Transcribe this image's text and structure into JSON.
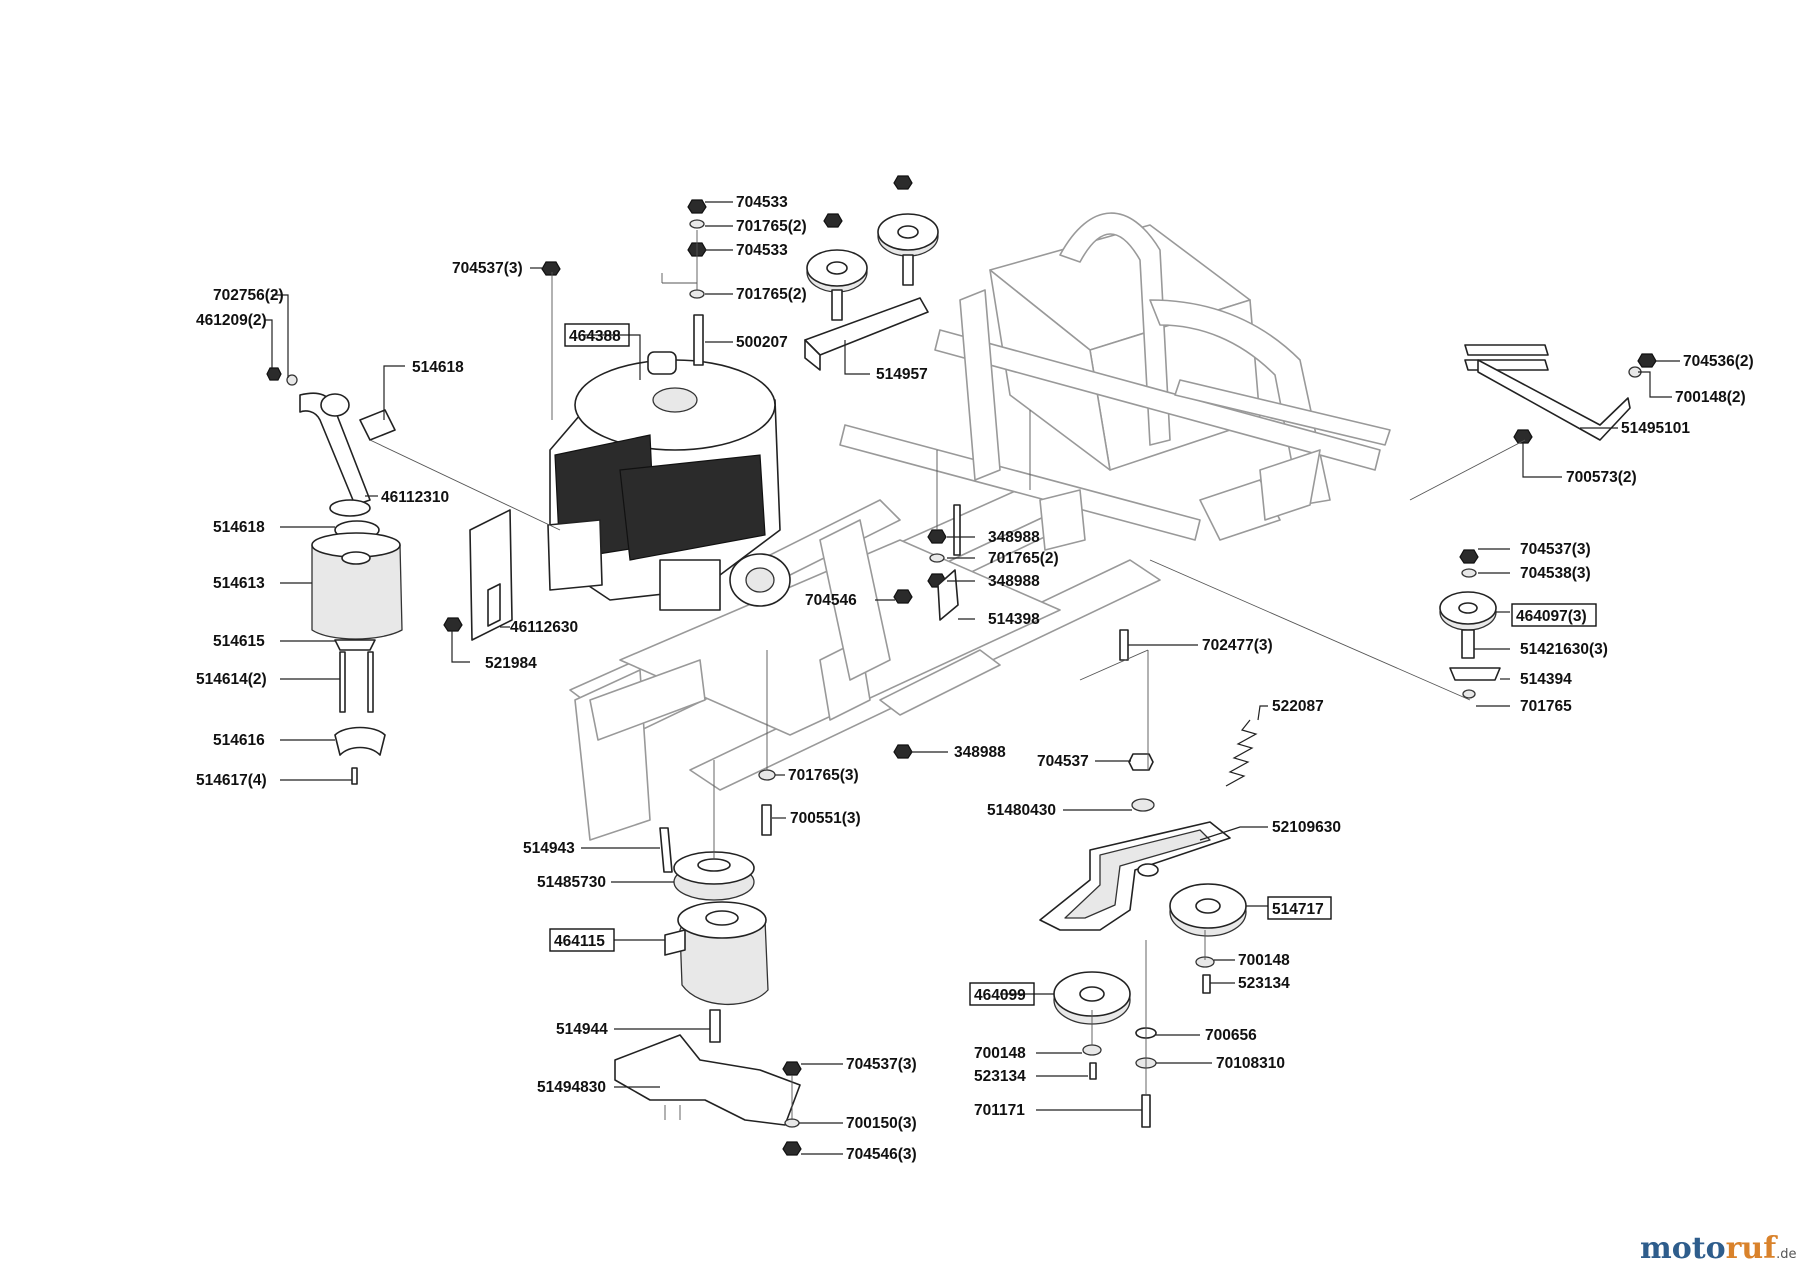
{
  "labels": [
    {
      "text": "704533"
    },
    {
      "text": "701765(2)"
    },
    {
      "text": "704533"
    },
    {
      "text": "704537(3)"
    },
    {
      "text": "701765(2)"
    },
    {
      "text": "464388"
    },
    {
      "text": "500207"
    },
    {
      "text": "514957"
    },
    {
      "text": "702756(2)"
    },
    {
      "text": "461209(2)"
    },
    {
      "text": "514618"
    },
    {
      "text": "46112310"
    },
    {
      "text": "514618"
    },
    {
      "text": "514613"
    },
    {
      "text": "514615"
    },
    {
      "text": "514614(2)"
    },
    {
      "text": "514616"
    },
    {
      "text": "514617(4)"
    },
    {
      "text": "46112630"
    },
    {
      "text": "521984"
    },
    {
      "text": "704536(2)"
    },
    {
      "text": "700148(2)"
    },
    {
      "text": "51495101"
    },
    {
      "text": "700573(2)"
    },
    {
      "text": "348988"
    },
    {
      "text": "701765(2)"
    },
    {
      "text": "348988"
    },
    {
      "text": "704546"
    },
    {
      "text": "514398"
    },
    {
      "text": "702477(3)"
    },
    {
      "text": "704537(3)"
    },
    {
      "text": "704538(3)"
    },
    {
      "text": "464097(3)"
    },
    {
      "text": "51421630(3)"
    },
    {
      "text": "514394"
    },
    {
      "text": "701765"
    },
    {
      "text": "348988"
    },
    {
      "text": "522087"
    },
    {
      "text": "704537"
    },
    {
      "text": "701765(3)"
    },
    {
      "text": "51480430"
    },
    {
      "text": "52109630"
    },
    {
      "text": "700551(3)"
    },
    {
      "text": "514943"
    },
    {
      "text": "51485730"
    },
    {
      "text": "514717"
    },
    {
      "text": "464115"
    },
    {
      "text": "700148"
    },
    {
      "text": "523134"
    },
    {
      "text": "464099"
    },
    {
      "text": "514944"
    },
    {
      "text": "700656"
    },
    {
      "text": "700148"
    },
    {
      "text": "70108310"
    },
    {
      "text": "523134"
    },
    {
      "text": "704537(3)"
    },
    {
      "text": "51494830"
    },
    {
      "text": "701171"
    },
    {
      "text": "700150(3)"
    },
    {
      "text": "704546(3)"
    }
  ],
  "watermark": {
    "part1": "moto",
    "part2": "ruf",
    "suffix": ".de"
  }
}
